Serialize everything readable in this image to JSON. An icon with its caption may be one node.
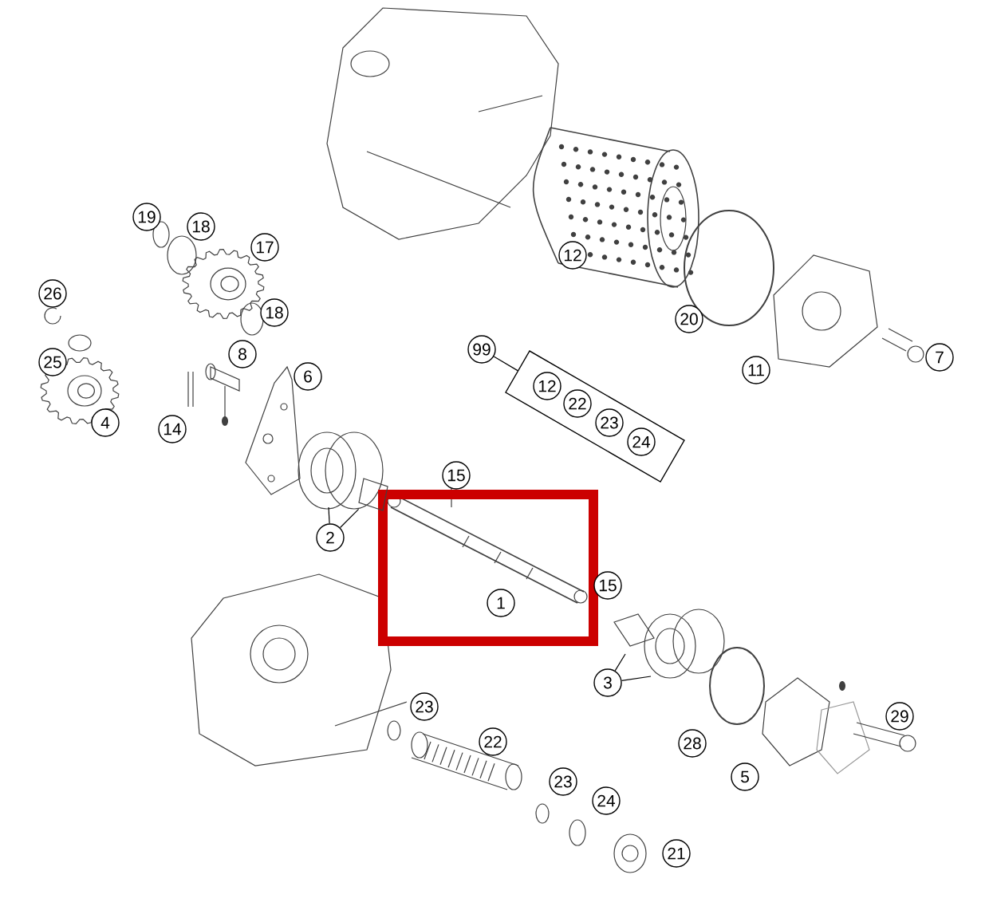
{
  "diagram": {
    "nodes": [
      {
        "text": [
          "99"
        ]
      },
      {
        "text": [
          "12",
          "22",
          "23",
          "24"
        ]
      },
      {
        "text": [
          "2"
        ]
      },
      {
        "text": [
          "3"
        ]
      },
      {
        "text": [],
        "shape": "picture"
      }
    ],
    "edges": [
      {
        "from": 0,
        "to": 1,
        "arrow": "none"
      },
      {
        "from": 2,
        "to": null,
        "arrow": "none"
      },
      {
        "from": 2,
        "to": 4,
        "arrow": "none"
      },
      {
        "from": 3,
        "to": null,
        "arrow": "none"
      },
      {
        "from": 3,
        "to": null,
        "arrow": "none"
      }
    ],
    "labels": [
      "19",
      "18",
      "17",
      "12",
      "26",
      "18",
      "20",
      "25",
      "8",
      "6",
      "11",
      "7",
      "4",
      "14",
      "15",
      "1",
      "15",
      "28",
      "29",
      "5",
      "23",
      "22",
      "23",
      "24",
      "21"
    ]
  }
}
